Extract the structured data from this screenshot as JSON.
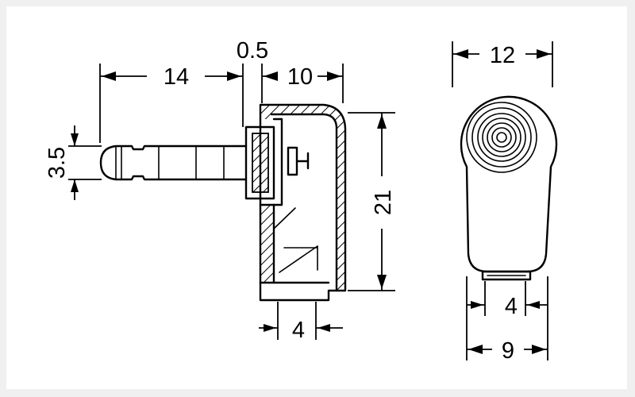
{
  "dimensions": {
    "plug_length": "14",
    "gap": "0.5",
    "body_depth": "10",
    "plug_diameter": "3.5",
    "height": "21",
    "bottom_depth": "4",
    "width": "12",
    "bottom_inner": "4",
    "bottom_outer": "9"
  }
}
